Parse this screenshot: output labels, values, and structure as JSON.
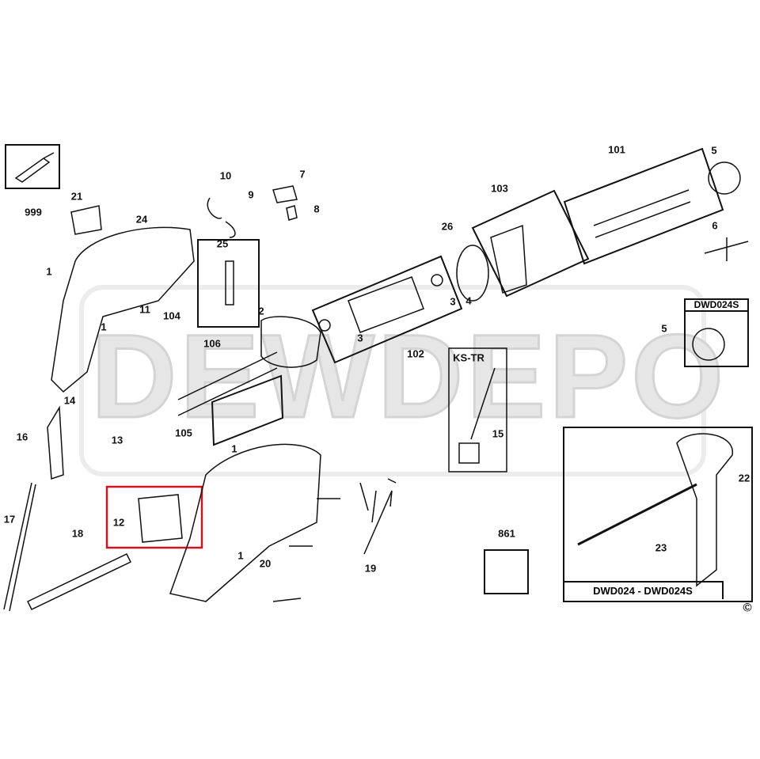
{
  "watermark": "DEWDEPO",
  "labels": {
    "l999": "999",
    "l21": "21",
    "l24": "24",
    "l10": "10",
    "l7": "7",
    "l9": "9",
    "l8": "8",
    "l25": "25",
    "l1a": "1",
    "l104": "104",
    "l11": "11",
    "l1b": "1",
    "l106": "106",
    "l2": "2",
    "l3a": "3",
    "l102": "102",
    "l3b": "3",
    "l4": "4",
    "l26": "26",
    "l103": "103",
    "l101": "101",
    "l5a": "5",
    "l6": "6",
    "l5b": "5",
    "l15": "15",
    "l14": "14",
    "l13": "13",
    "l16": "16",
    "l105": "105",
    "l1c": "1",
    "l12": "12",
    "l17": "17",
    "l18": "18",
    "l1d": "1",
    "l20": "20",
    "l19": "19",
    "l861": "861",
    "l22": "22",
    "l23": "23"
  },
  "boxes": {
    "chuck_variant": "DWD024S",
    "kit": "KS-TR",
    "handle_variant": "DWD024 - DWD024S"
  },
  "copyright": "©",
  "colors": {
    "highlight": "#d0141e",
    "line": "#111111"
  }
}
